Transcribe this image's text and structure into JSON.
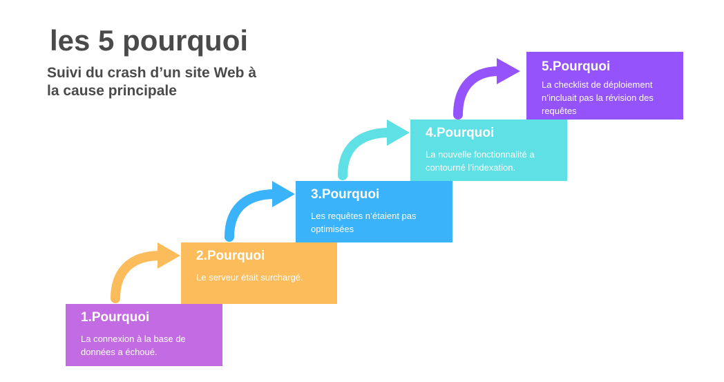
{
  "header": {
    "title": "les 5 pourquoi",
    "subtitle": "Suivi du crash d’un site Web à la cause principale"
  },
  "steps": [
    {
      "label": "1.Pourquoi",
      "text": " La connexion à la base de données a échoué.",
      "color": "#c36be3"
    },
    {
      "label": "2.Pourquoi",
      "text": "Le serveur était surchargé.",
      "color": "#fdbc5b"
    },
    {
      "label": "3.Pourquoi",
      "text": "Les requêtes n’étaient pas optimisées",
      "color": "#3bb3fb"
    },
    {
      "label": "4.Pourquoi",
      "text": "La nouvelle fonctionnalité a contourné l’indexation.",
      "color": "#5ee0e5"
    },
    {
      "label": "5.Pourquoi",
      "text": "La checklist de déploiement n’incluait pas la révision des requêtes",
      "color": "#9453fb"
    }
  ],
  "arrows": [
    {
      "icon": "curved-arrow-icon",
      "color": "#fdbc5b"
    },
    {
      "icon": "curved-arrow-icon",
      "color": "#3bb3fb"
    },
    {
      "icon": "curved-arrow-icon",
      "color": "#5ee0e5"
    },
    {
      "icon": "curved-arrow-icon",
      "color": "#9453fb"
    }
  ]
}
